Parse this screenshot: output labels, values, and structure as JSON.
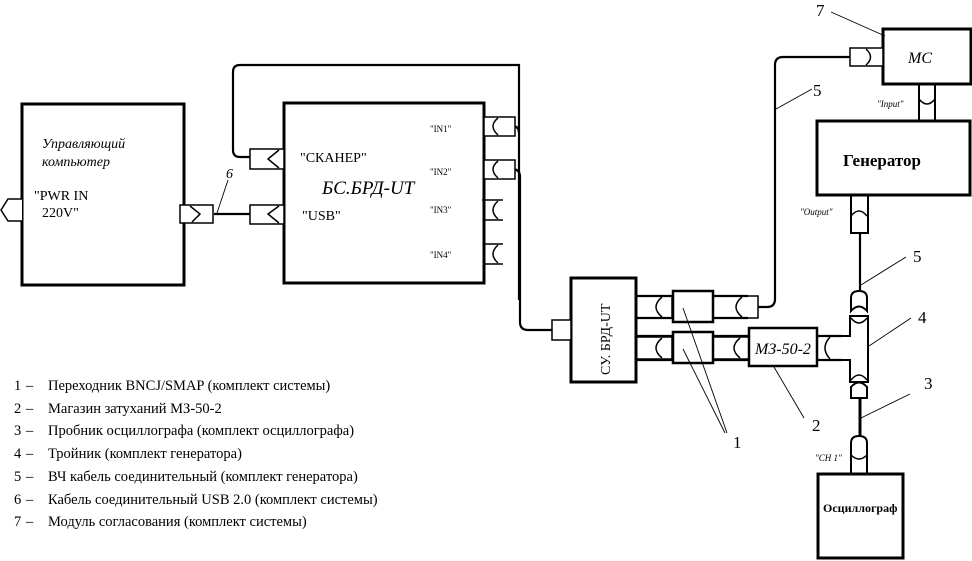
{
  "blocks": {
    "computer": {
      "title_line1": "Управляющий",
      "title_line2": "компьютер",
      "port_line1": "\"PWR IN",
      "port_line2": "220V\""
    },
    "bs_brd": {
      "title": "БС.БРД-UT",
      "port_scanner": "\"СКАНЕР\"",
      "port_usb": "\"USB\"",
      "port_in1": "\"IN1\"",
      "port_in2": "\"IN2\"",
      "port_in3": "\"IN3\"",
      "port_in4": "\"IN4\""
    },
    "su_brd": {
      "title": "СУ. БРД-UT"
    },
    "attenuator": {
      "title": "МЗ-50-2"
    },
    "mc": {
      "title": "МС",
      "port_input": "\"Input\""
    },
    "generator": {
      "title": "Генератор",
      "port_output": "\"Output\""
    },
    "oscilloscope": {
      "title": "Осциллограф",
      "port_ch1": "\"CH 1\""
    }
  },
  "callouts": {
    "c1": "1",
    "c2": "2",
    "c3": "3",
    "c4": "4",
    "c5a": "5",
    "c5b": "5",
    "c6": "6",
    "c7": "7"
  },
  "legend": [
    {
      "num": "1",
      "text": "Переходник BNCJ/SMAP (комплект системы)"
    },
    {
      "num": "2",
      "text": "Магазин затуханий МЗ-50-2"
    },
    {
      "num": "3",
      "text": "Пробник осциллографа (комплект осциллографа)"
    },
    {
      "num": "4",
      "text": "Тройник (комплект генератора)"
    },
    {
      "num": "5",
      "text": "ВЧ кабель соединительный (комплект генератора)"
    },
    {
      "num": "6",
      "text": "Кабель соединительный USB 2.0 (комплект системы)"
    },
    {
      "num": "7",
      "text": "Модуль согласования (комплект системы)"
    }
  ],
  "legend_dash": "–"
}
